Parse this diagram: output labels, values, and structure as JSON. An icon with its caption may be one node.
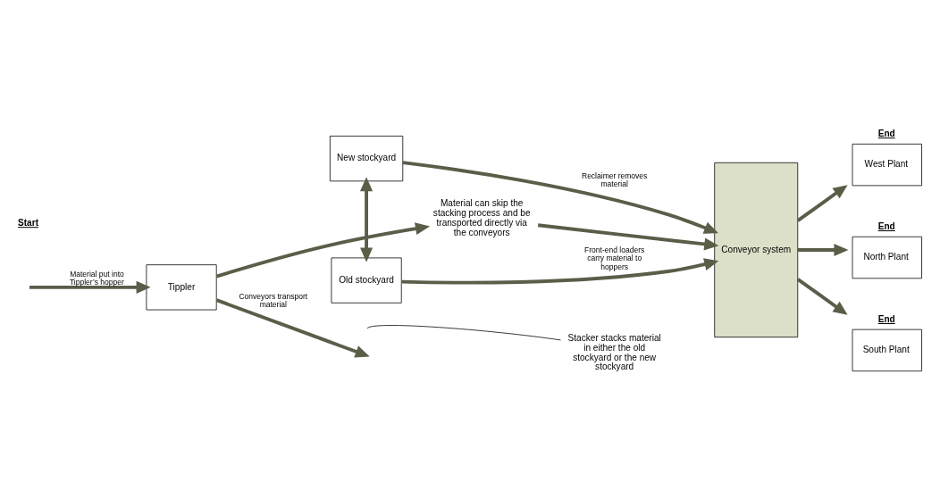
{
  "diagram": {
    "nodes": [
      {
        "text": [
          "Tippler"
        ]
      },
      {
        "text": [
          "New stockyard"
        ]
      },
      {
        "text": [
          "Old stockyard"
        ]
      },
      {
        "text": [
          "Conveyor system"
        ]
      },
      {
        "text": [
          "West Plant"
        ],
        "beside": [
          "End"
        ]
      },
      {
        "text": [
          "North Plant"
        ],
        "beside": [
          "End"
        ]
      },
      {
        "text": [
          "South Plant"
        ],
        "beside": [
          "End"
        ]
      },
      {
        "text": [
          "Stacker stacks material in either the old stockyard or the new stockyard"
        ]
      },
      {
        "text": [
          "Material can skip the stacking process and be transported directly via the conveyors"
        ]
      }
    ],
    "edges": [
      {
        "from": 0,
        "to": null,
        "arrow": "to",
        "label": "Conveyors transport material"
      },
      {
        "from": null,
        "to": 0,
        "arrow": "to",
        "label": "Material put into Tippler’s hopper"
      },
      {
        "from": 1,
        "to": 2,
        "arrow": "both"
      },
      {
        "from": 7,
        "to": null,
        "arrow": "none",
        "color": "#000000"
      },
      {
        "from": 1,
        "to": 3,
        "arrow": "to",
        "label": "Reclaimer removes material"
      },
      {
        "from": 2,
        "to": 3,
        "arrow": "to",
        "label": "Front-end loaders carry material to hoppers"
      },
      {
        "from": 0,
        "to": 8,
        "arrow": "to"
      },
      {
        "from": 8,
        "to": 3,
        "arrow": "to"
      },
      {
        "from": 3,
        "to": 4,
        "arrow": "to"
      },
      {
        "from": 3,
        "to": 5,
        "arrow": "to"
      },
      {
        "from": 3,
        "to": 6,
        "arrow": "to"
      }
    ],
    "labels": [
      "Start"
    ]
  }
}
